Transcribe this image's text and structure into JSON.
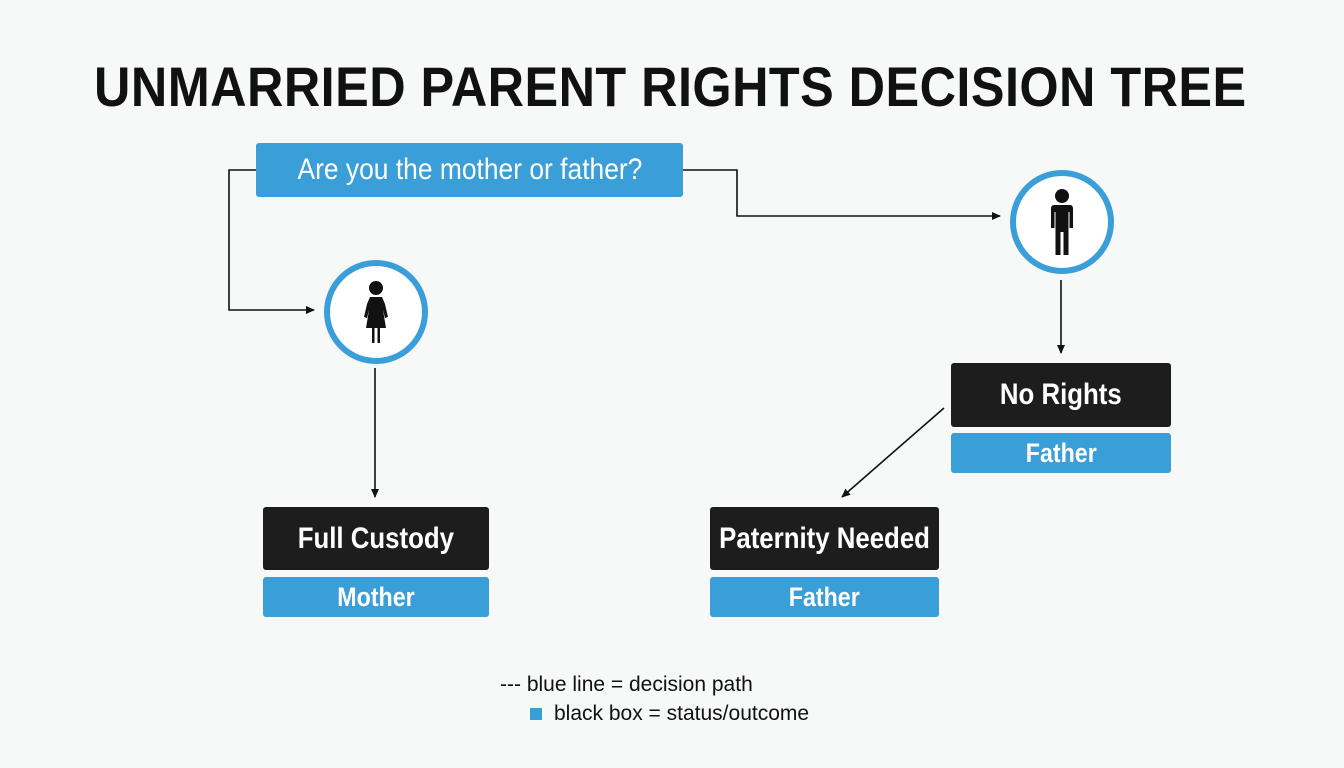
{
  "title": "UNMARRIED PARENT RIGHTS DECISION TREE",
  "question": "Are you the mother or father?",
  "nodes": {
    "mother_icon": "female-person-icon",
    "father_icon": "male-person-icon"
  },
  "outcomes": {
    "full_custody": {
      "status": "Full Custody",
      "party": "Mother"
    },
    "no_rights": {
      "status": "No Rights",
      "party": "Father"
    },
    "paternity_needed": {
      "status": "Paternity Needed",
      "party": "Father"
    }
  },
  "legend": {
    "line_marker": "---",
    "line_text": "blue line = decision path",
    "box_text": "black box = status/outcome"
  },
  "colors": {
    "accent_blue": "#3a9ed8",
    "status_black": "#1d1d1d",
    "text": "#111111"
  }
}
